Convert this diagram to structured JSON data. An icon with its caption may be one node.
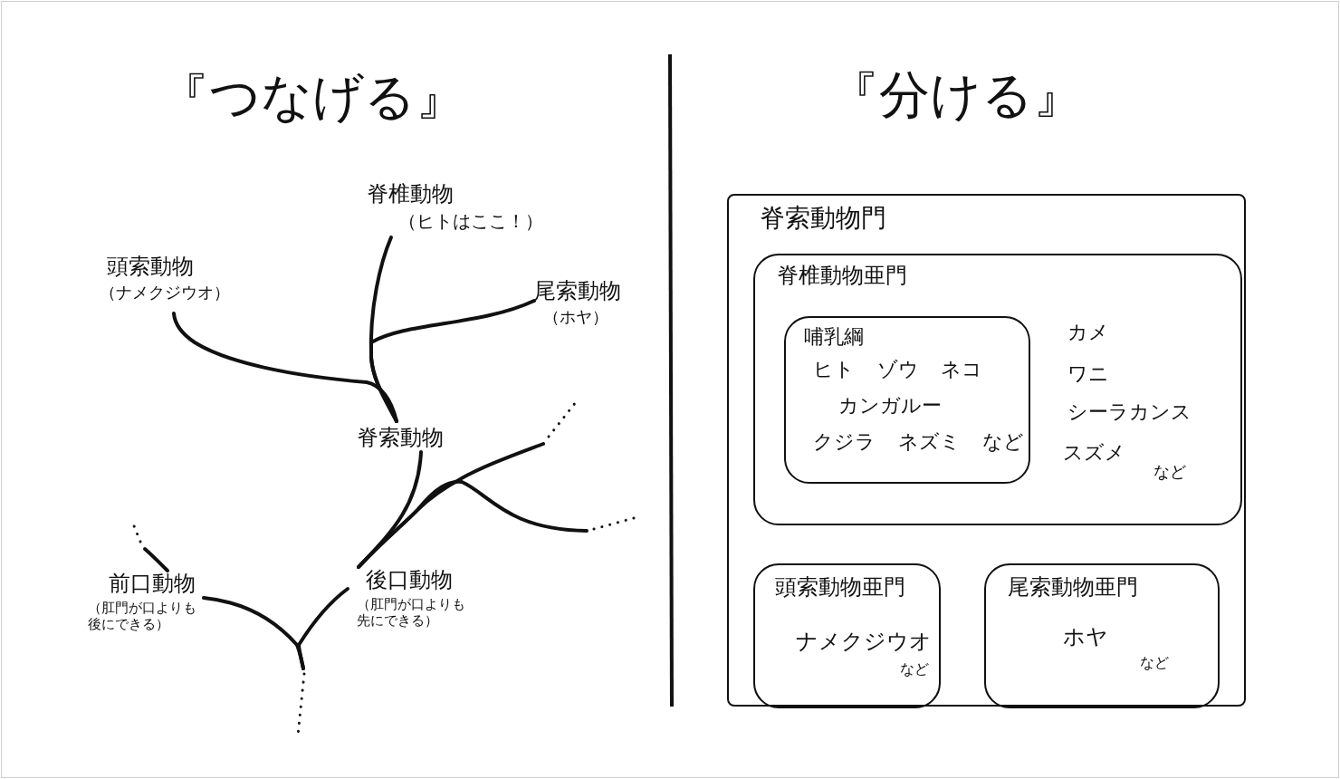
{
  "diagram": {
    "nodes": [
      {
        "text": [
          "脊椎動物",
          "（ヒトはここ！）"
        ]
      },
      {
        "text": [
          "頭索動物",
          "（ナメクジウオ）"
        ]
      },
      {
        "text": [
          "尾索動物",
          "（ホヤ）"
        ]
      },
      {
        "text": [
          "脊索動物"
        ]
      },
      {
        "text": [
          "前口動物",
          "（肛門が口よりも後にできる）"
        ]
      },
      {
        "text": [
          "後口動物",
          "（肛門が口よりも先にできる）"
        ]
      },
      {
        "text": [
          "脊索動物門"
        ]
      },
      {
        "text": [
          "脊椎動物亜門",
          "カメ",
          "ワニ",
          "シーラカンス",
          "スズメ",
          "など"
        ],
        "in": 6
      },
      {
        "text": [
          "哺乳綱",
          "ヒト ゾウ ネコ",
          "カンガルー",
          "クジラ ネズミ など"
        ],
        "in": 7
      },
      {
        "text": [
          "頭索動物亜門",
          "ナメクジウオ",
          "など"
        ],
        "in": 6
      },
      {
        "text": [
          "尾索動物亜門",
          "ホヤ",
          "など"
        ],
        "in": 6
      }
    ],
    "edges": [
      {
        "from": null,
        "to": 4,
        "arrow": "none"
      },
      {
        "from": null,
        "to": 5,
        "arrow": "none"
      },
      {
        "from": 4,
        "to": null,
        "arrow": "none"
      },
      {
        "from": 5,
        "to": 3,
        "arrow": "none"
      },
      {
        "from": 5,
        "to": null,
        "arrow": "none"
      },
      {
        "from": 5,
        "to": null,
        "arrow": "none"
      },
      {
        "from": 3,
        "to": 1,
        "arrow": "none"
      },
      {
        "from": 3,
        "to": 0,
        "arrow": "none"
      },
      {
        "from": 3,
        "to": 2,
        "arrow": "none"
      }
    ],
    "labels": [
      "『つなげる』",
      "『分ける』"
    ]
  }
}
